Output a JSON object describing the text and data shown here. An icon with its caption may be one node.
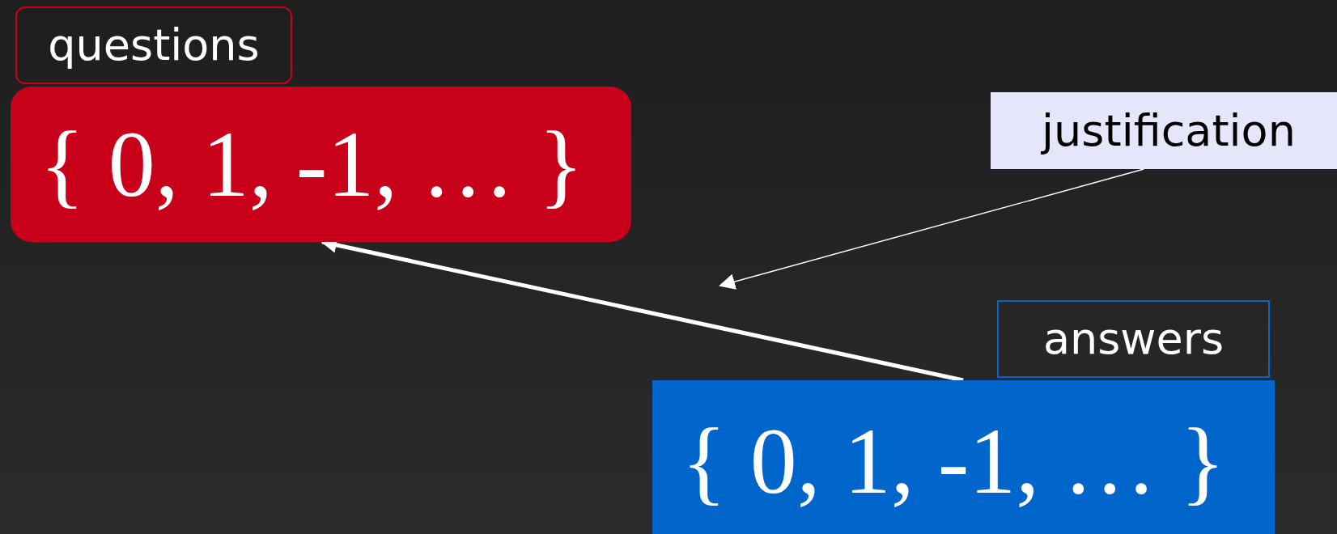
{
  "diagram": {
    "nodes": [
      {
        "text": [
          "questions"
        ]
      },
      {
        "text": [
          "{ 0, 1, -1, … }"
        ]
      },
      {
        "text": [
          "justification"
        ]
      },
      {
        "text": [
          "answers"
        ]
      },
      {
        "text": [
          "{ 0, 1, -1, … }"
        ]
      }
    ],
    "edges": [
      {
        "from": 4,
        "to": 1,
        "arrow": "to",
        "style": "thick"
      },
      {
        "from": 2,
        "to": null,
        "arrow": "to"
      }
    ]
  }
}
